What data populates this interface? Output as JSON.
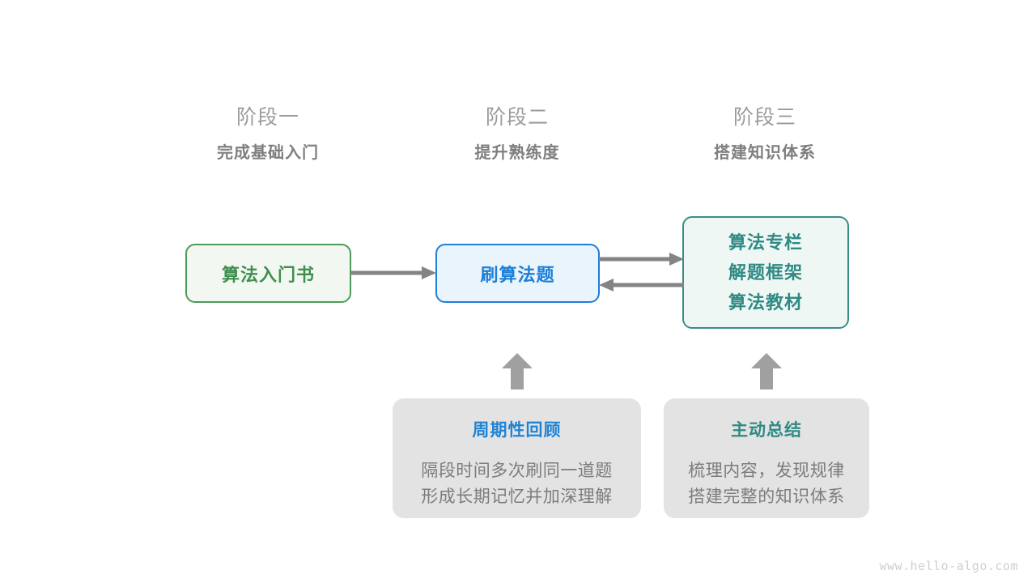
{
  "diagram": {
    "background_color": "#ffffff",
    "arrow_color": "#848484",
    "up_arrow_color": "#a0a0a0",
    "phases": [
      {
        "title": "阶段一",
        "subtitle": "完成基础入门"
      },
      {
        "title": "阶段二",
        "subtitle": "提升熟练度"
      },
      {
        "title": "阶段三",
        "subtitle": "搭建知识体系"
      }
    ],
    "nodes": [
      {
        "id": "intro-book",
        "lines": [
          "算法入门书"
        ],
        "border_color": "#4d9a58",
        "fill_color": "#f2f8f1",
        "text_color": "#3f8f4e"
      },
      {
        "id": "practice-problems",
        "lines": [
          "刷算法题"
        ],
        "border_color": "#1d7fd6",
        "fill_color": "#e9f4fd",
        "text_color": "#1d7fd6"
      },
      {
        "id": "knowledge-system",
        "lines": [
          "算法专栏",
          "解题框架",
          "算法教材"
        ],
        "border_color": "#3a8d87",
        "fill_color": "#eff7f4",
        "text_color": "#2f8a84"
      }
    ],
    "cards": [
      {
        "id": "periodic-review",
        "title": "周期性回顾",
        "title_color": "#2084d4",
        "body_lines": [
          "隔段时间多次刷同一道题",
          "形成长期记忆并加深理解"
        ],
        "background_color": "#e3e3e3"
      },
      {
        "id": "active-summary",
        "title": "主动总结",
        "title_color": "#2f8a84",
        "body_lines": [
          "梳理内容，发现规律",
          "搭建完整的知识体系"
        ],
        "background_color": "#e3e3e3"
      }
    ],
    "watermark": "www.hello-algo.com"
  }
}
